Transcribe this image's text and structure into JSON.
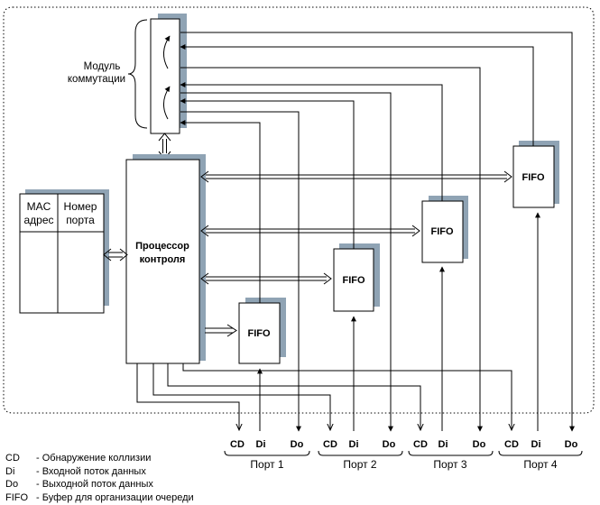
{
  "switch_module": {
    "label_line1": "Модуль",
    "label_line2": "коммутации"
  },
  "mac_table": {
    "col1_line1": "MAC",
    "col1_line2": "адрес",
    "col2_line1": "Номер",
    "col2_line2": "порта"
  },
  "processor": {
    "line1": "Процессор",
    "line2": "контроля"
  },
  "fifo_label": "FIFO",
  "port_signals": {
    "cd": "CD",
    "di": "Di",
    "do": "Do"
  },
  "ports": [
    {
      "label": "Порт 1"
    },
    {
      "label": "Порт 2"
    },
    {
      "label": "Порт 3"
    },
    {
      "label": "Порт 4"
    }
  ],
  "legend": [
    {
      "abbr": "CD",
      "desc": "- Обнаружение коллизии"
    },
    {
      "abbr": "Di",
      "desc": "- Входной поток данных"
    },
    {
      "abbr": "Do",
      "desc": "- Выходной поток данных"
    },
    {
      "abbr": "FIFO",
      "desc": "- Буфер для организации очереди"
    }
  ],
  "colors": {
    "shadow": "#8fa3b4",
    "line": "#000000",
    "border_dotted": "#000000"
  }
}
